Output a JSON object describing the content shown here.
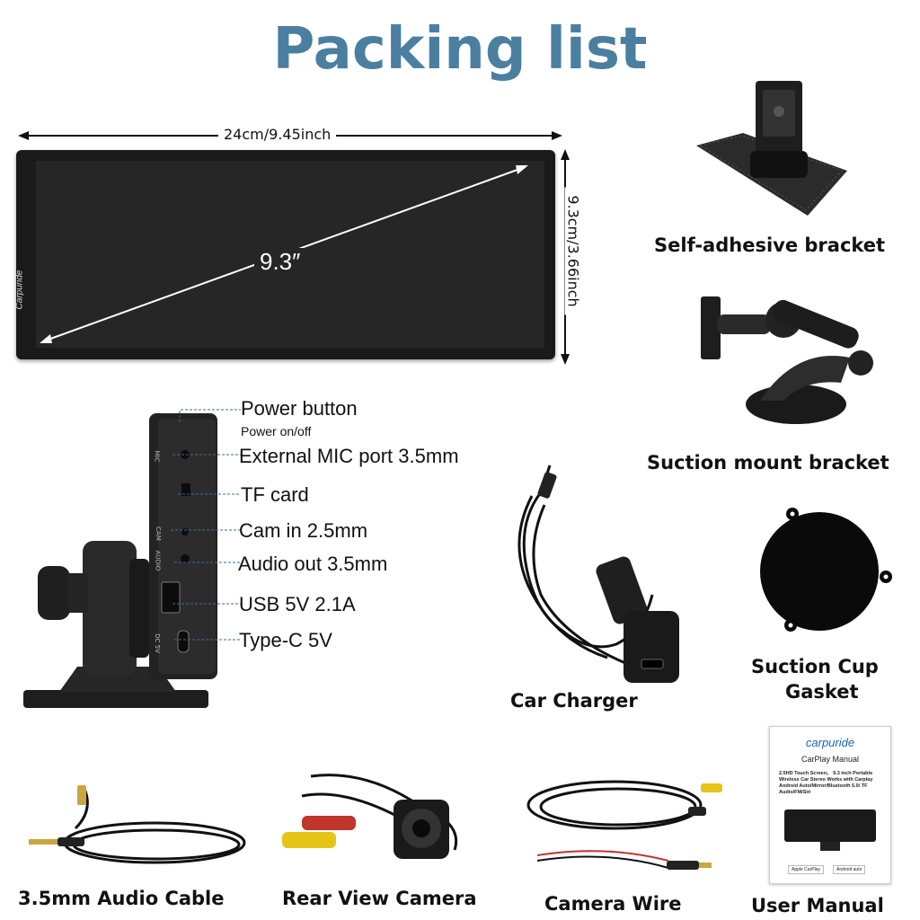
{
  "title": "Packing list",
  "screen": {
    "width_label": "24cm/9.45inch",
    "height_label": "9.3cm/3.66inch",
    "diagonal_label": "9.3″",
    "brand": "Carpuride"
  },
  "ports": [
    {
      "label": "Power button",
      "sub": "Power on/off"
    },
    {
      "label": "External MIC port 3.5mm"
    },
    {
      "label": "TF card"
    },
    {
      "label": "Cam in 2.5mm"
    },
    {
      "label": "Audio out 3.5mm"
    },
    {
      "label": "USB 5V 2.1A"
    },
    {
      "label": "Type-C 5V"
    }
  ],
  "device_side_labels": [
    "MIC",
    "CAM",
    "AUDIO",
    "DC 5V"
  ],
  "items": [
    {
      "label": "Self-adhesive bracket"
    },
    {
      "label": "Suction mount bracket"
    },
    {
      "label": "Car Charger"
    },
    {
      "label_line1": "Suction Cup",
      "label_line2": "Gasket"
    },
    {
      "label": "3.5mm Audio Cable"
    },
    {
      "label": "Rear View Camera"
    },
    {
      "label": "Camera Wire"
    },
    {
      "label": "User Manual"
    }
  ],
  "manual": {
    "brand": "carpuride",
    "title": "CarPlay Manual",
    "text": "2.5HD Touch Screen、 9.3 inch Portable Wireless Car Stereo Works with Carplay Android Auto/Mirror/Bluetooth 5.0/ TF Audio/FM/Siri",
    "badge_left": "Apple CarPlay",
    "badge_right": "Android auto"
  },
  "colors": {
    "title": "#4a7fa0",
    "manual_brand": "#1a66b0"
  }
}
